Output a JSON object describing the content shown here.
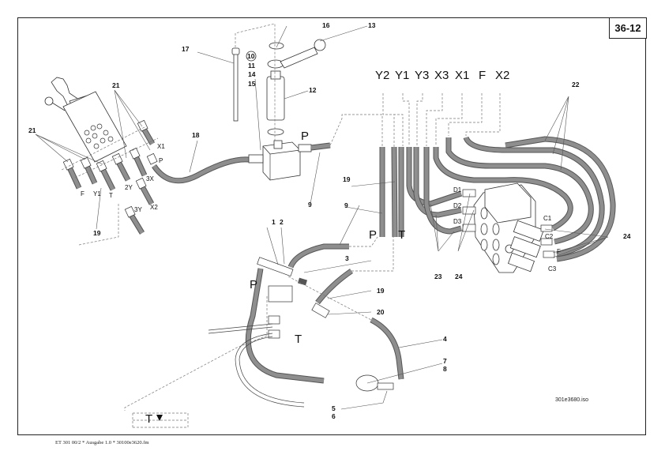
{
  "page": {
    "page_number": "36-12",
    "footer": "ET 301 00/2 * Ausgabe 1.0 * 30100e3620.fm",
    "drawing_ref": "301e3680.iso"
  },
  "callouts": {
    "c1": "1",
    "c2": "2",
    "c3": "3",
    "c4": "4",
    "c5": "5",
    "c6": "6",
    "c7": "7",
    "c8": "8",
    "c9a": "9",
    "c9b": "9",
    "c10": "10",
    "c11": "11",
    "c12": "12",
    "c13": "13",
    "c14": "14",
    "c15": "15",
    "c16": "16",
    "c17": "17",
    "c18": "18",
    "c19a": "19",
    "c19b": "19",
    "c19c": "19",
    "c20": "20",
    "c21a": "21",
    "c21b": "21",
    "c22": "22",
    "c23": "23",
    "c24a": "24",
    "c24b": "24"
  },
  "valve_ports": {
    "top": [
      "Y2",
      "Y1",
      "Y3",
      "X3",
      "X1",
      "F",
      "X2"
    ],
    "d1": "D1",
    "d2": "D2",
    "d3": "D3",
    "c1": "C1",
    "c2": "C2",
    "c3": "C3",
    "f": "F"
  },
  "joystick_ports": {
    "x1": "X1",
    "p": "P",
    "3x": "3X",
    "2y": "2Y",
    "x2": "X2",
    "3y": "3Y",
    "f": "F",
    "y1": "Y1",
    "t": "T"
  },
  "line_labels": {
    "p_block": "P",
    "p_feed": "P",
    "t_feed": "T",
    "p_manifold": "P",
    "t_return": "T",
    "tank": "T"
  }
}
